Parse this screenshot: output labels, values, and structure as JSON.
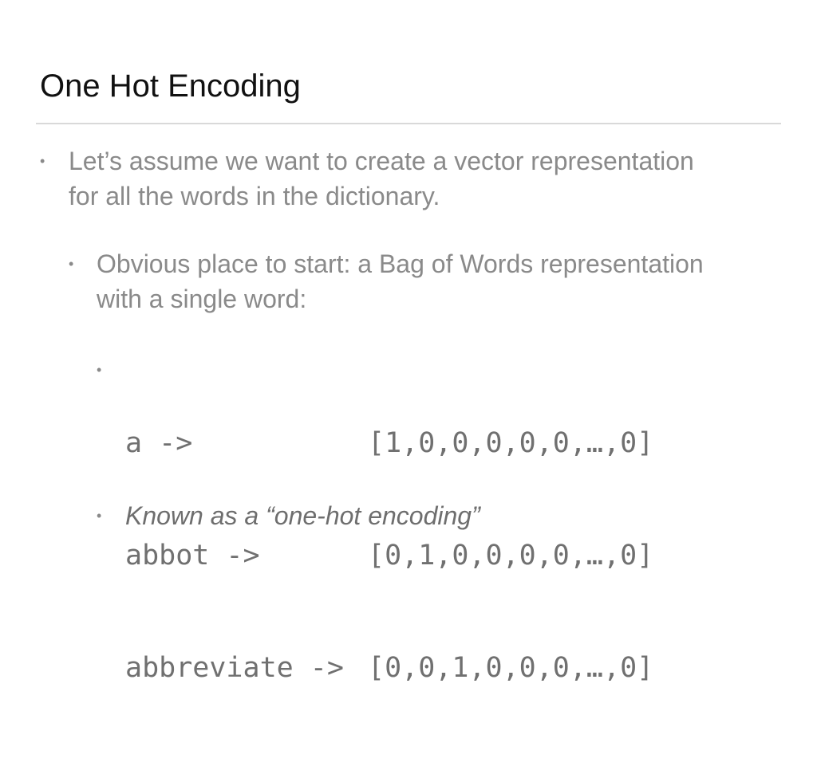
{
  "slide": {
    "title": "One Hot Encoding",
    "bullet_glyph": "•",
    "level1": {
      "lines": [
        "Let’s assume we want to create a vector representation",
        "for all the words in the dictionary."
      ]
    },
    "level2": {
      "lines": [
        "Obvious place to start: a Bag of Words representation",
        "with a single word:"
      ]
    },
    "encodings": [
      {
        "word": "a ->",
        "vector": "[1,0,0,0,0,0,…,0]"
      },
      {
        "word": "abbot ->",
        "vector": "[0,1,0,0,0,0,…,0]"
      },
      {
        "word": "abbreviate ->",
        "vector": "[0,0,1,0,0,0,…,0]"
      }
    ],
    "known_as": "Known as a “one-hot encoding”"
  }
}
